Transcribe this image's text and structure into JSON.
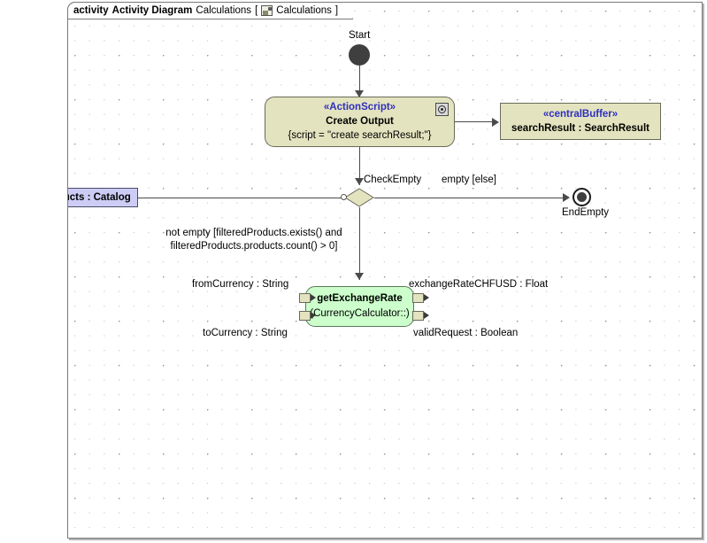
{
  "frame": {
    "keyword": "activity",
    "type_label": "Activity Diagram",
    "name": "Calculations",
    "bracket_open": "[",
    "bracket_close": "]",
    "qualified_name": "Calculations",
    "icon": "activity-diagram-icon"
  },
  "nodes": {
    "start": {
      "label": "Start",
      "kind": "initial-node"
    },
    "create_output": {
      "stereotype": "«ActionScript»",
      "name": "Create Output",
      "body": "{script = \"create searchResult;\"}",
      "icon": "script-icon",
      "fill": "#e3e3bf"
    },
    "central_buffer": {
      "stereotype": "«centralBuffer»",
      "name": "searchResult : SearchResult",
      "fill": "#e3e3bf"
    },
    "filtered_products": {
      "name": "filteredProducts : Catalog",
      "fill": "#ccccf5"
    },
    "check_empty": {
      "label": "CheckEmpty",
      "kind": "decision-node",
      "fill": "#e3e3bf"
    },
    "end_empty": {
      "label": "EndEmpty",
      "kind": "final-node"
    },
    "get_exchange_rate": {
      "name": "getExchangeRate",
      "qualifier": "(CurrencyCalculator::)",
      "fill": "#ccffcc",
      "input_pins": [
        {
          "label": "fromCurrency : String"
        },
        {
          "label": "toCurrency : String"
        }
      ],
      "output_pins": [
        {
          "label": "exchangeRateCHFUSD : Float"
        },
        {
          "label": "validRequest : Boolean"
        }
      ]
    }
  },
  "edges": {
    "empty_guard": "empty [else]",
    "not_empty_guard_line1": "not empty [filteredProducts.exists() and",
    "not_empty_guard_line2": "filteredProducts.products.count() > 0]"
  },
  "colors": {
    "stereotype_blue": "#2f2fc0",
    "action_fill": "#e3e3bf",
    "call_fill": "#ccffcc",
    "object_fill": "#ccccf5",
    "line": "#4a4a4a",
    "frame_border": "#7a7a7a"
  }
}
